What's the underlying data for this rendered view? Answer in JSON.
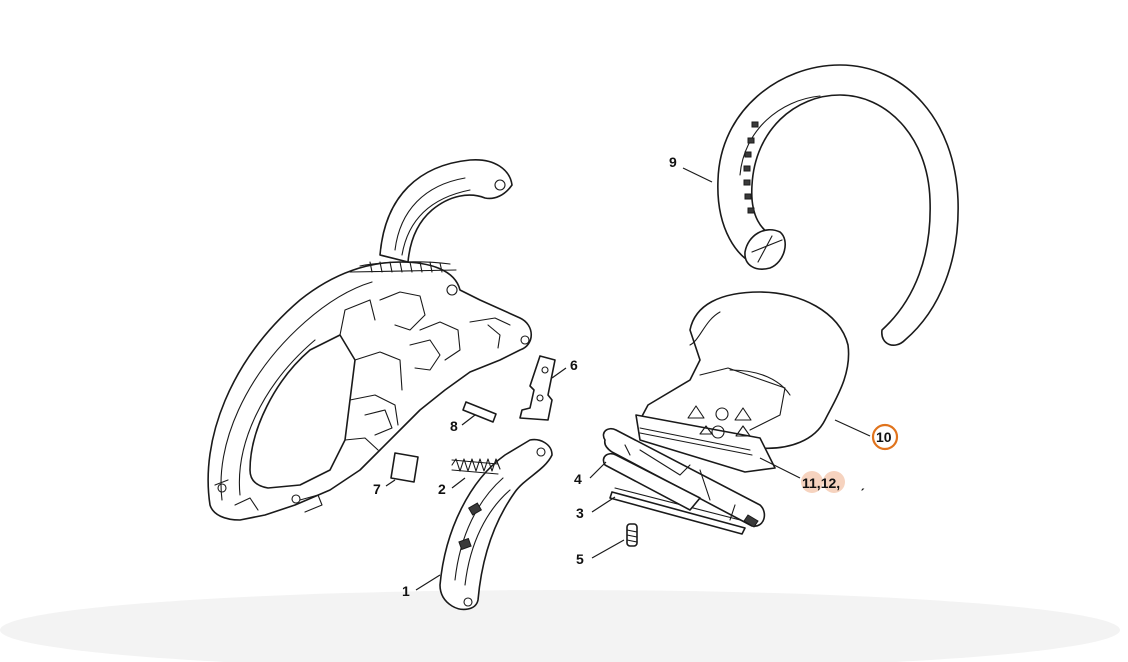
{
  "diagram": {
    "callouts": {
      "p1": "1",
      "p2": "2",
      "p3": "3",
      "p4": "4",
      "p5": "5",
      "p6": "6",
      "p7": "7",
      "p8": "8",
      "p9": "9",
      "p10": "10",
      "p11_12": "11,12,"
    },
    "highlight": {
      "selected_ring_color": "#e0731c",
      "related_fill_color": "#f6d3bf"
    }
  }
}
